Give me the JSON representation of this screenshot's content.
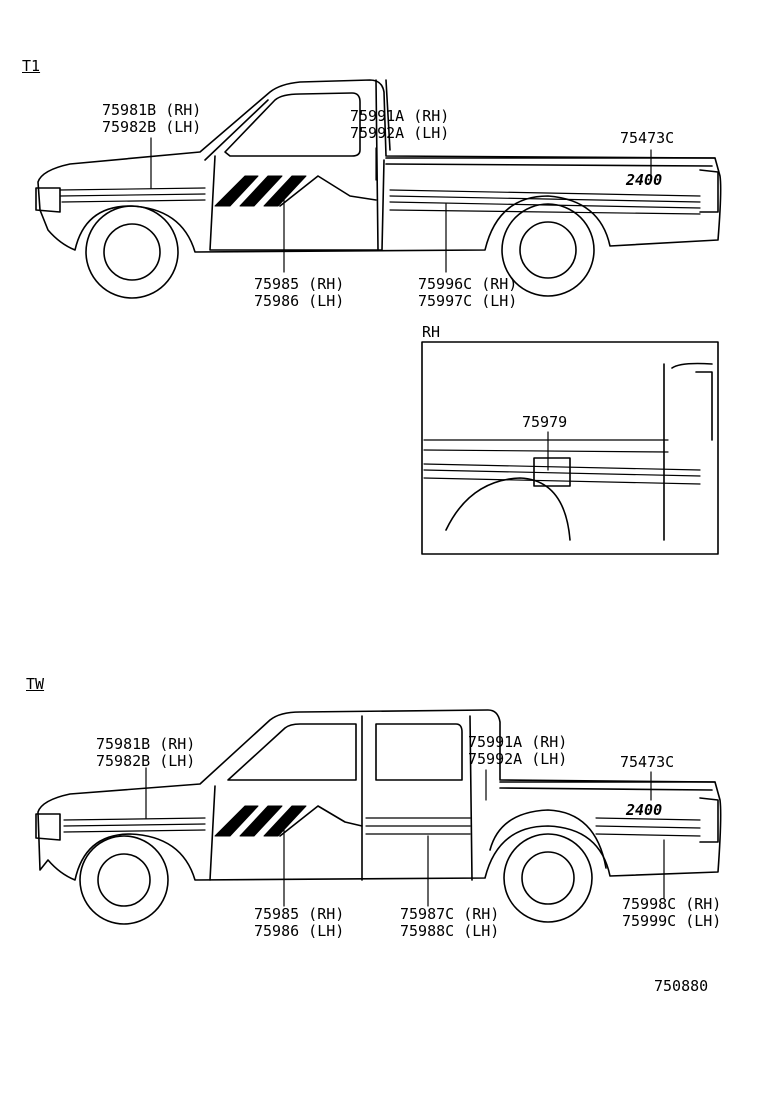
{
  "sections": {
    "t1": "T1",
    "rh": "RH",
    "tw": "TW"
  },
  "t1": {
    "label_75981b": "75981B (RH)",
    "label_75982b": "75982B (LH)",
    "label_75991a": "75991A (RH)",
    "label_75992a": "75992A (LH)",
    "label_75473c": "75473C",
    "emblem": "2400",
    "label_75985": "75985 (RH)",
    "label_75986": "75986 (LH)",
    "label_75996c": "75996C (RH)",
    "label_75997c": "75997C (LH)"
  },
  "rh_detail": {
    "label_75979": "75979"
  },
  "tw": {
    "label_75981b": "75981B (RH)",
    "label_75982b": "75982B (LH)",
    "label_75991a": "75991A (RH)",
    "label_75992a": "75992A (LH)",
    "label_75473c": "75473C",
    "emblem": "2400",
    "label_75985": "75985 (RH)",
    "label_75986": "75986 (LH)",
    "label_75987c": "75987C (RH)",
    "label_75988c": "75988C (LH)",
    "label_75998c": "75998C (RH)",
    "label_75999c": "75999C (LH)"
  },
  "diagram_number": "750880"
}
